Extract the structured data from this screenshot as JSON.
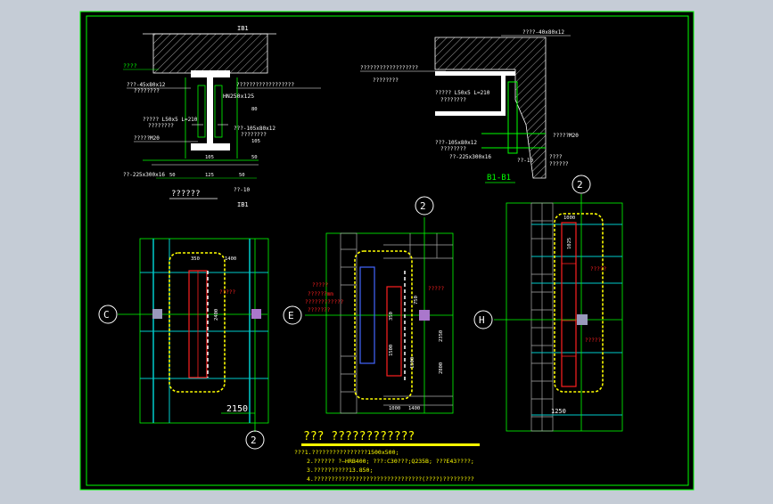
{
  "colors": {
    "background": "#c5ccd6",
    "sheet": "#000000",
    "frame": "#00ff00",
    "line": "#00ff00",
    "text": "#ffffff",
    "annotation": "#ff2020",
    "cloud": "#ffff00",
    "title": "#ffff00",
    "grid": "#00cccc",
    "column": "#9999bb"
  },
  "detail_ib1": {
    "label_top": "IB1",
    "label_bottom": "IB1",
    "section_title": "??????",
    "note_left_top": "????",
    "note_top": "??????????????????",
    "plate_top": "???-45x80x12",
    "plate_top_sub": "????????",
    "beam": "HN250x125",
    "angle": "????? L50x5 L=210",
    "angle_sub": "????????",
    "plate_mid": "???-105x80x12",
    "plate_mid_sub": "????????",
    "bolt": "?????M20",
    "dim_top_right": "80",
    "dim_mid_right": "105",
    "dim_bottom_right": "50",
    "dim_flange": "105",
    "dim_b1": "50",
    "dim_b2": "125",
    "dim_b3": "50",
    "base_plate": "??-225x300x16",
    "weld": "??-10"
  },
  "detail_b1": {
    "title": "B1-B1",
    "plate_top": "????-40x80x12",
    "note_a": "??????????????????",
    "note_a_sub": "????????",
    "angle": "????? L50x5 L=210",
    "angle_sub": "????????",
    "plate_mid": "???-105x80x12",
    "plate_mid_sub": "????????",
    "base_plate": "??-225x300x16",
    "bolt": "?????M20",
    "weld": "??-10",
    "note_b": "????",
    "note_b_sub": "??????"
  },
  "plan_c": {
    "axis": "C",
    "axis_bottom": "2",
    "dim_bottom": "2150",
    "dim_top_a": "350",
    "dim_top_b": "1400",
    "dim_side": "2400",
    "note_right": "?????"
  },
  "plan_e": {
    "axis": "E",
    "axis_top": "2",
    "dim_bottom_a": "1000",
    "dim_bottom_b": "1400",
    "dim_right_a": "750",
    "dim_right_b": "2350",
    "dim_right_c": "2800",
    "dim_mid_a": "350",
    "dim_mid_b": "1500",
    "dim_mid_c": "1500",
    "note_left_1": "?????",
    "note_left_2": "??????mm",
    "note_left_3": "????????????",
    "note_left_4": "???????",
    "note_right": "?????"
  },
  "plan_h": {
    "axis": "H",
    "axis_top": "2",
    "dim_top": "1000",
    "dim_side": "1025",
    "dim_bottom": "1250",
    "note_1": "?????",
    "note_2": "?????"
  },
  "notes": {
    "heading": "???  ????????????",
    "items": [
      "???1.????????????????1500x500;",
      "2.?????? ?–HRB400; ???:C30???;Q235B; ???E43????;",
      "3.??????????13.850;",
      "4.???????????????????????????????(????)?????????"
    ]
  }
}
